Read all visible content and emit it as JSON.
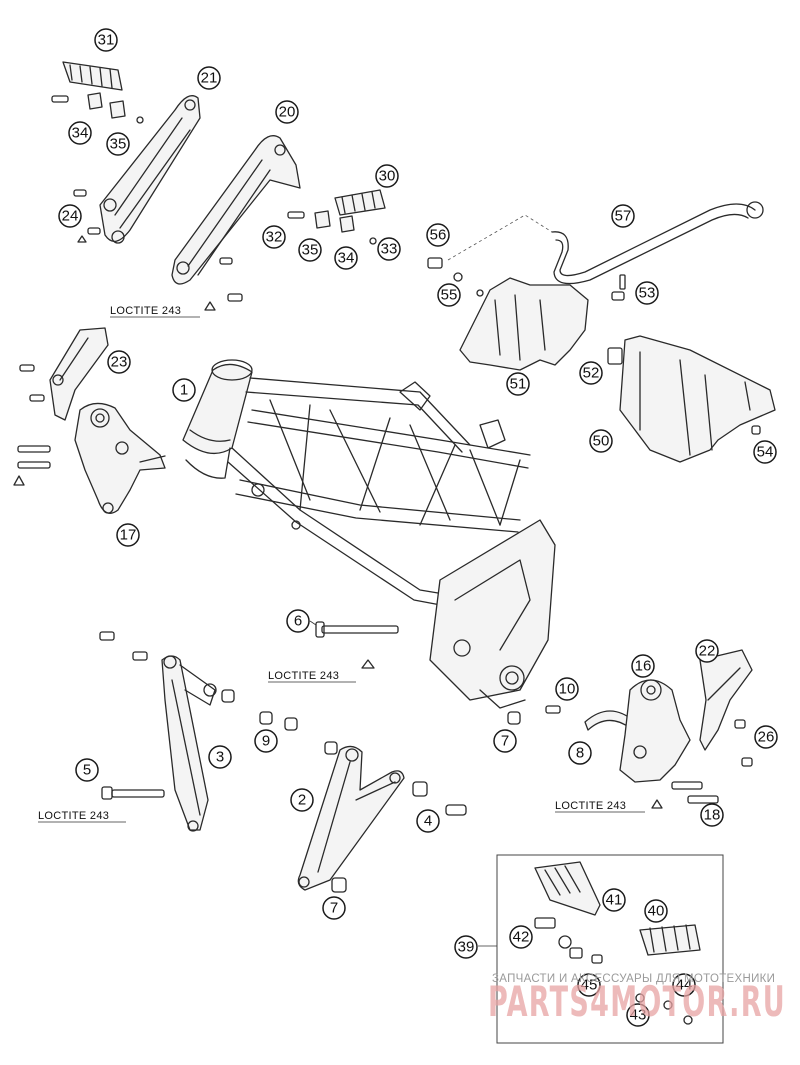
{
  "diagram": {
    "callouts": [
      {
        "id": "1",
        "label": "1"
      },
      {
        "id": "2",
        "label": "2"
      },
      {
        "id": "3",
        "label": "3"
      },
      {
        "id": "4",
        "label": "4"
      },
      {
        "id": "5",
        "label": "5"
      },
      {
        "id": "6",
        "label": "6"
      },
      {
        "id": "7a",
        "label": "7"
      },
      {
        "id": "7b",
        "label": "7"
      },
      {
        "id": "8",
        "label": "8"
      },
      {
        "id": "9",
        "label": "9"
      },
      {
        "id": "10",
        "label": "10"
      },
      {
        "id": "16",
        "label": "16"
      },
      {
        "id": "17",
        "label": "17"
      },
      {
        "id": "18",
        "label": "18"
      },
      {
        "id": "20",
        "label": "20"
      },
      {
        "id": "21",
        "label": "21"
      },
      {
        "id": "22",
        "label": "22"
      },
      {
        "id": "23",
        "label": "23"
      },
      {
        "id": "24",
        "label": "24"
      },
      {
        "id": "26",
        "label": "26"
      },
      {
        "id": "30",
        "label": "30"
      },
      {
        "id": "31",
        "label": "31"
      },
      {
        "id": "32",
        "label": "32"
      },
      {
        "id": "33",
        "label": "33"
      },
      {
        "id": "34a",
        "label": "34"
      },
      {
        "id": "34b",
        "label": "34"
      },
      {
        "id": "35a",
        "label": "35"
      },
      {
        "id": "35b",
        "label": "35"
      },
      {
        "id": "39",
        "label": "39"
      },
      {
        "id": "40",
        "label": "40"
      },
      {
        "id": "41",
        "label": "41"
      },
      {
        "id": "42",
        "label": "42"
      },
      {
        "id": "43",
        "label": "43"
      },
      {
        "id": "44",
        "label": "44"
      },
      {
        "id": "45",
        "label": "45"
      },
      {
        "id": "50",
        "label": "50"
      },
      {
        "id": "51",
        "label": "51"
      },
      {
        "id": "52",
        "label": "52"
      },
      {
        "id": "53",
        "label": "53"
      },
      {
        "id": "54",
        "label": "54"
      },
      {
        "id": "55",
        "label": "55"
      },
      {
        "id": "56",
        "label": "56"
      },
      {
        "id": "57",
        "label": "57"
      }
    ],
    "loctite_notes": [
      "LOCTITE 243",
      "LOCTITE 243",
      "LOCTITE 243",
      "LOCTITE 243"
    ]
  },
  "watermark": {
    "caption": "ЗАПЧАСТИ И АКСЕССУАРЫ ДЛЯ МОТОТЕХНИКИ",
    "brand": "PARTS4MOTOR.RU",
    "color": "#e7a3a3"
  }
}
